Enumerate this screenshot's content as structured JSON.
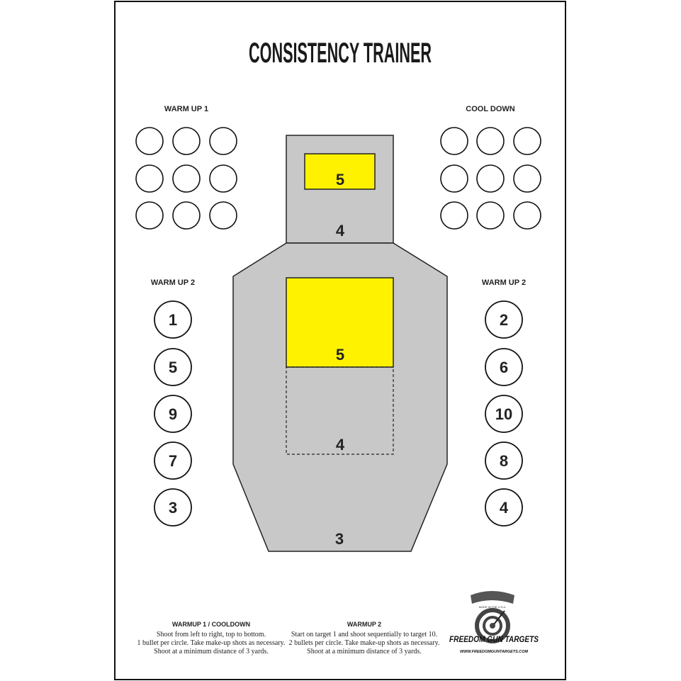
{
  "title": "CONSISTENCY TRAINER",
  "colors": {
    "silhouette": "#c8c8c8",
    "scoring_zone": "#fff200",
    "ink": "#1a1a1a"
  },
  "sections": {
    "warm_up_1": "WARM UP 1",
    "cool_down": "COOL DOWN",
    "warm_up_2_left": "WARM UP 2",
    "warm_up_2_right": "WARM UP 2"
  },
  "warm_up_2": {
    "left_numbers": [
      "1",
      "5",
      "9",
      "7",
      "3"
    ],
    "right_numbers": [
      "2",
      "6",
      "10",
      "8",
      "4"
    ]
  },
  "silhouette_scores": {
    "head_box": "5",
    "head": "4",
    "chest_box": "5",
    "chest_lower": "4",
    "body": "3"
  },
  "instructions": [
    {
      "heading": "WARMUP 1 / COOLDOWN",
      "lines": [
        "Shoot from left to right, top to bottom.",
        "1 bullet per circle. Take make-up shots as necessary.",
        "Shoot at a minimum distance of 3 yards."
      ]
    },
    {
      "heading": "WARMUP 2",
      "lines": [
        "Start on target 1 and shoot sequentially to target 10.",
        "2 bullets per circle. Take make-up shots as necessary.",
        "Shoot at a minimum distance of 3 yards."
      ]
    }
  ],
  "logo": {
    "brand": "FREEDOM GUN TARGETS",
    "tagline": "MADE IN THE U.S.A.",
    "url": "WWW.FREEDOMGUNTARGETS.COM"
  }
}
